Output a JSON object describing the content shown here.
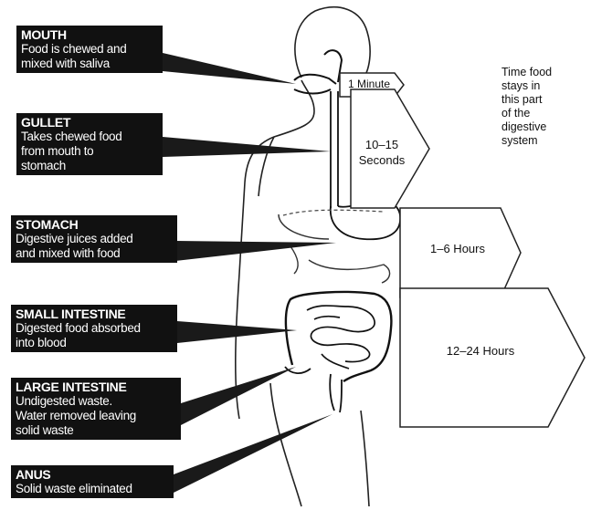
{
  "organs": [
    {
      "title": "MOUTH",
      "desc": [
        "Food is chewed and",
        "mixed with saliva"
      ]
    },
    {
      "title": "GULLET",
      "desc": [
        "Takes chewed food",
        "from mouth to",
        "stomach"
      ]
    },
    {
      "title": "STOMACH",
      "desc": [
        "Digestive juices added",
        "and mixed with food"
      ]
    },
    {
      "title": "SMALL INTESTINE",
      "desc": [
        "Digested food absorbed",
        "into blood"
      ]
    },
    {
      "title": "LARGE INTESTINE",
      "desc": [
        "Undigested waste.",
        "Water removed leaving",
        "solid waste"
      ]
    },
    {
      "title": "ANUS",
      "desc": [
        "Solid waste eliminated"
      ]
    }
  ],
  "times": {
    "mouth": "1 Minute",
    "gullet": [
      "10–15",
      "Seconds"
    ],
    "stomach": "1–6 Hours",
    "intestine": "12–24 Hours"
  },
  "legend": [
    "Time food",
    "stays in",
    "this part",
    "of the",
    "digestive",
    "system"
  ]
}
